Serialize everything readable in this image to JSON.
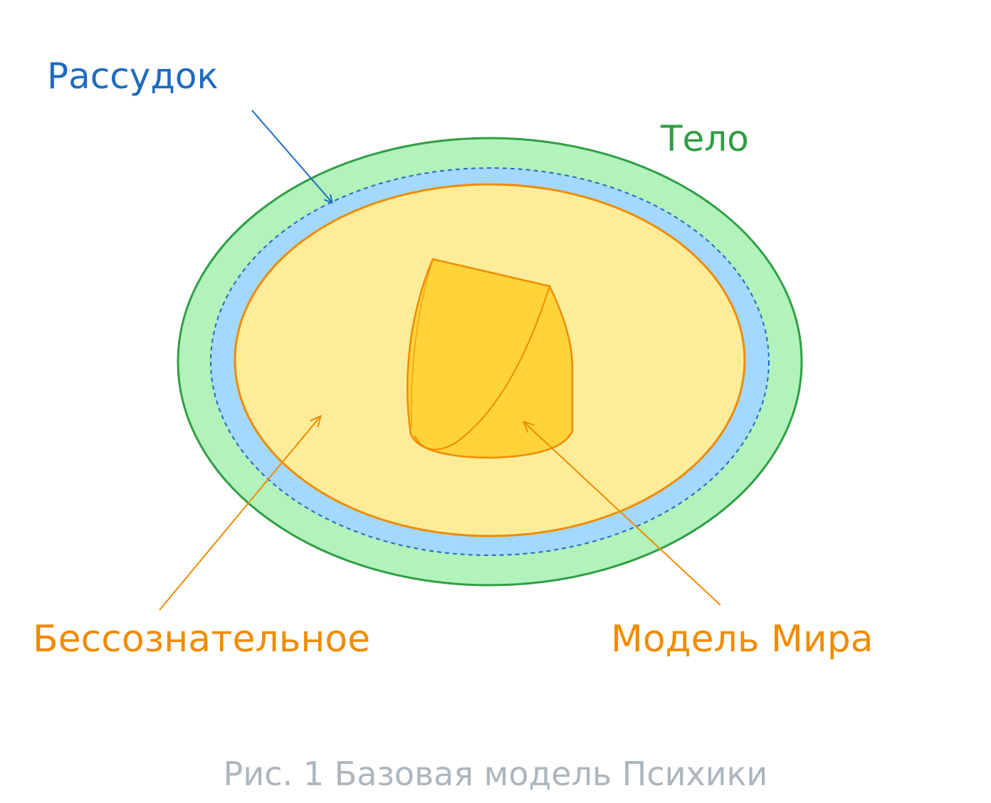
{
  "labels": {
    "reason": "Рассудок",
    "body": "Тело",
    "unconscious": "Бессознательное",
    "world_model": "Модель Мира"
  },
  "caption": "Рис. 1 Базовая модель Психики",
  "colors": {
    "body_fill": "#b2f2bb",
    "body_stroke": "#2f9e44",
    "reason_fill": "#a5d8ff",
    "reason_stroke": "#1e6bc0",
    "unconscious_fill": "#ffec99",
    "unconscious_stroke": "#f08c00",
    "world_fill": "#ffd43b",
    "caption_text": "#adb5bd"
  }
}
